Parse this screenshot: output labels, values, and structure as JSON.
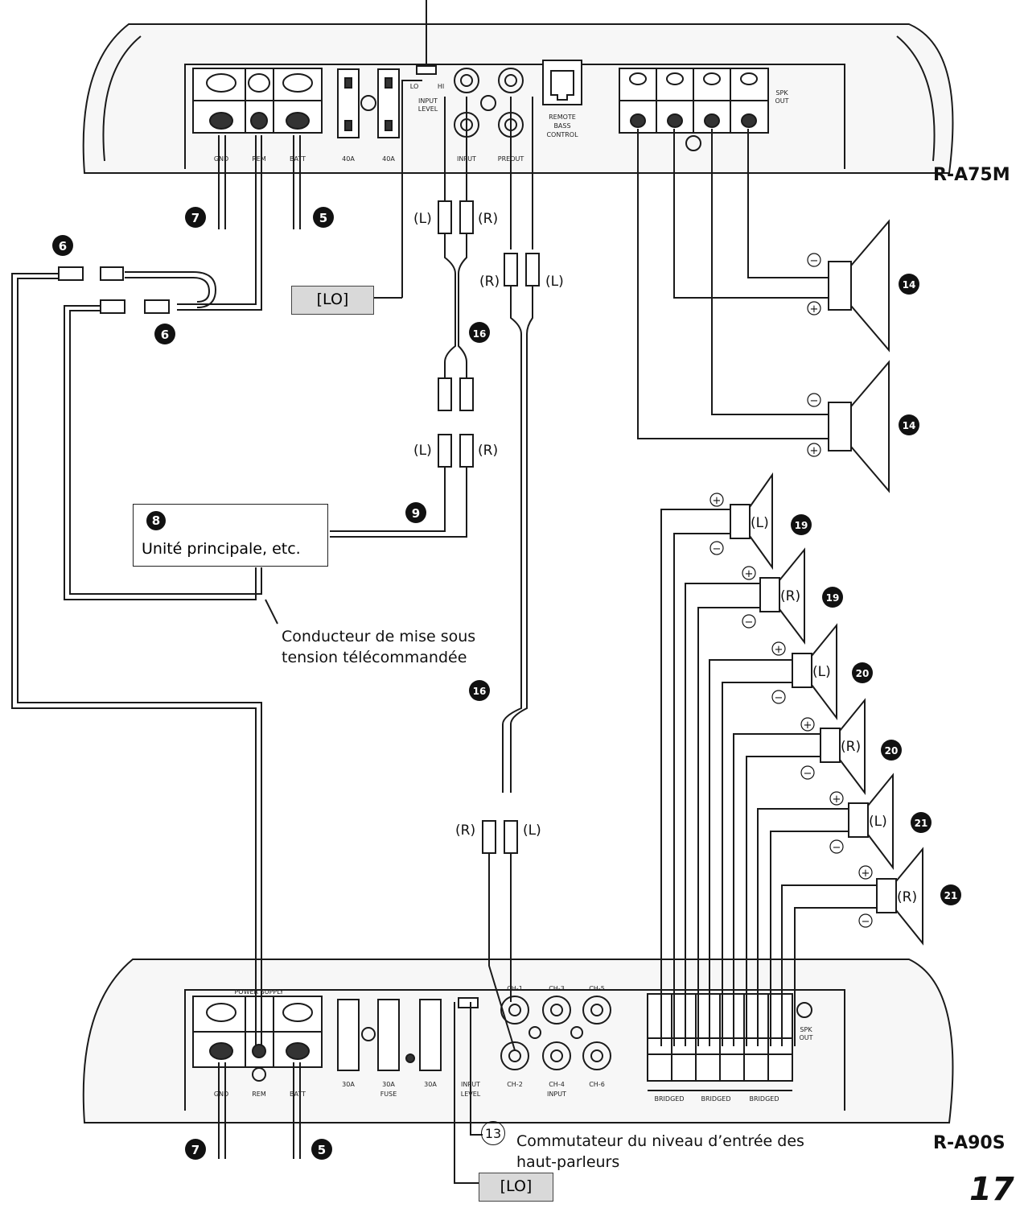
{
  "models": {
    "top": "R-A75M",
    "bottom": "R-A90S"
  },
  "page_number": "17",
  "main_unit": {
    "number": "8",
    "label": "Unité principale, etc."
  },
  "remote_lead_label": [
    "Conducteur de mise sous",
    "tension télécommandée"
  ],
  "input_level_switch": {
    "number": "13",
    "label": [
      "Commutateur du niveau d’entrée des",
      "haut-parleurs"
    ]
  },
  "lo_label": "[LO]",
  "callouts": [
    "5",
    "6",
    "7",
    "9",
    "14",
    "16",
    "19",
    "20",
    "21"
  ],
  "channel_tags": {
    "left": "(L)",
    "right": "(R)"
  },
  "top_amp": {
    "terminals": [
      "GND",
      "REM",
      "BATT"
    ],
    "fuses": [
      "40A",
      "40A"
    ],
    "input_level": [
      "INPUT",
      "LEVEL"
    ],
    "switch_marks": [
      "LO",
      "HI"
    ],
    "rca": [
      "INPUT",
      "PREOUT"
    ],
    "remote": [
      "REMOTE",
      "BASS",
      "CONTROL"
    ],
    "spk_out": [
      "SPK",
      "OUT"
    ]
  },
  "bottom_amp": {
    "power_supply": "POWER SUPPLY",
    "terminals": [
      "GND",
      "REM",
      "BATT"
    ],
    "fuses": [
      "30A",
      "30A",
      "30A"
    ],
    "fuse_label": "FUSE",
    "input_level": [
      "INPUT",
      "LEVEL"
    ],
    "channels": [
      "CH-1",
      "CH-3",
      "CH-5",
      "CH-2",
      "CH-4",
      "CH-6"
    ],
    "input": "INPUT",
    "spk_out": [
      "SPK",
      "OUT"
    ],
    "bridged": "BRIDGED"
  },
  "colors": {
    "line": "#1a1a1a",
    "panel": "#f2f2f2",
    "lo_fill": "#d9d9d9"
  }
}
